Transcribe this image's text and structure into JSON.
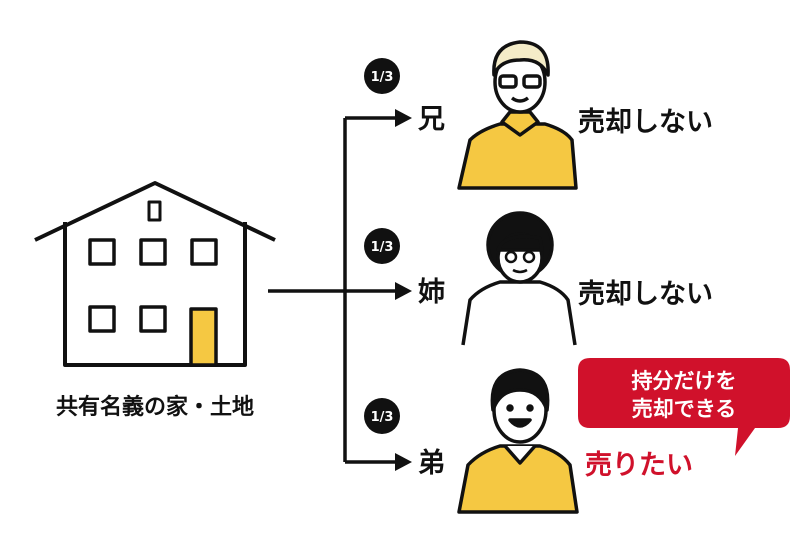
{
  "house": {
    "label": "共有名義の家・土地"
  },
  "heirs": [
    {
      "name": "兄",
      "share": "1/3",
      "share_num": "1",
      "share_den": "3",
      "status": "売却しない"
    },
    {
      "name": "姉",
      "share": "1/3",
      "share_num": "1",
      "share_den": "3",
      "status": "売却しない"
    },
    {
      "name": "弟",
      "share": "1/3",
      "share_num": "1",
      "share_den": "3",
      "status": "売りたい"
    }
  ],
  "bubble": {
    "line1": "持分だけを",
    "line2": "売却できる"
  },
  "colors": {
    "yellow": "#f5c842",
    "red": "#d0112b",
    "black": "#111111"
  }
}
